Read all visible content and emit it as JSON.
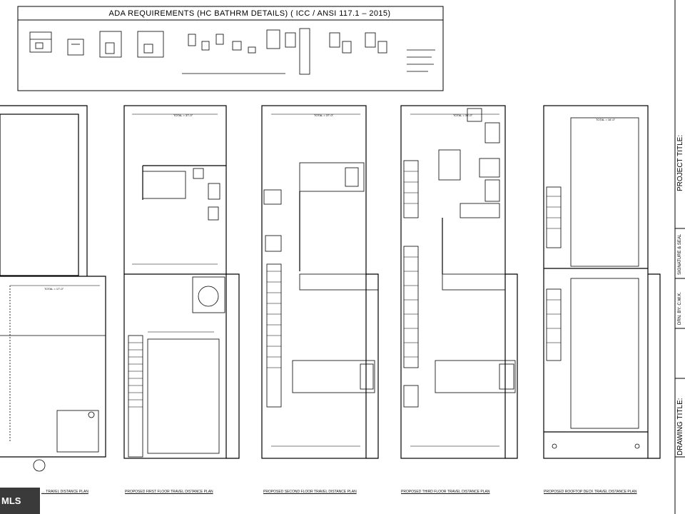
{
  "ada_panel": {
    "title": "ADA REQUIREMENTS   (HC BATHRM DETAILS)   ( ICC / ANSI 117.1 – 2015)"
  },
  "title_block": {
    "project_title": "PROJECT TITLE:",
    "drawing_title": "DRAWING TITLE:",
    "signature_seal": "SIGNATURE & SEAL",
    "drawn_by": "DRN. BY: C.W.K."
  },
  "plans": [
    {
      "id": "basement",
      "caption": "… TRAVEL DISTANCE PLAN",
      "total_label": "TOTAL = 17'-0\""
    },
    {
      "id": "first-floor",
      "caption": "PROPOSED FIRST FLOOR TRAVEL DISTANCE PLAN",
      "total_label": "TOTAL = 37'-0\""
    },
    {
      "id": "second-floor",
      "caption": "PROPOSED SECOND FLOOR TRAVEL DISTANCE PLAN",
      "total_label": "TOTAL = 37'-0\""
    },
    {
      "id": "third-floor",
      "caption": "PROPOSED THIRD FLOOR TRAVEL DISTANCE PLAN",
      "total_label": "TOTAL = 36'-0\""
    },
    {
      "id": "rooftop-deck",
      "caption": "PROPOSED ROOFTOP DECK TRAVEL DISTANCE PLAN",
      "total_label": "TOTAL = 16'-0\""
    }
  ],
  "watermark": {
    "text": "MLS"
  }
}
